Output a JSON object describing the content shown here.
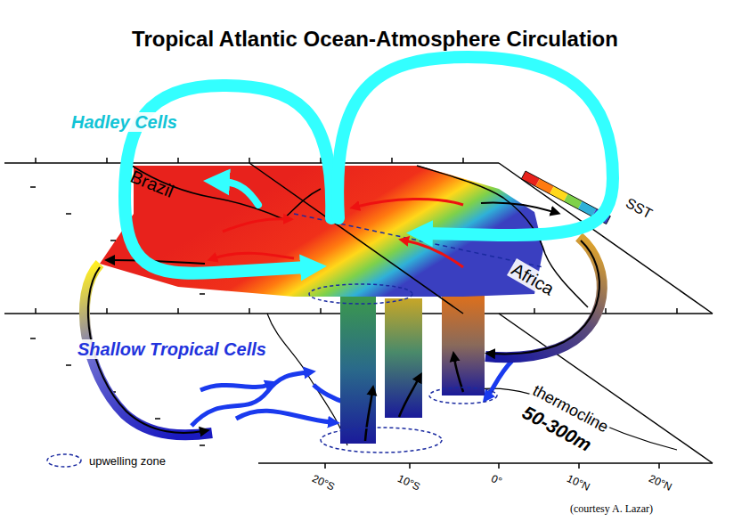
{
  "diagram": {
    "title": "Tropical Atlantic Ocean-Atmosphere Circulation",
    "caption": "(courtesy A. Lazar)",
    "labels": [
      "Hadley Cells",
      "Brazil",
      "SST",
      "Africa",
      "Shallow Tropical Cells",
      "thermocline",
      "50-300m",
      "20°S",
      "10°S",
      "0°",
      "10°N",
      "20°N"
    ],
    "legend": [
      {
        "text": "upwelling zone"
      }
    ]
  }
}
